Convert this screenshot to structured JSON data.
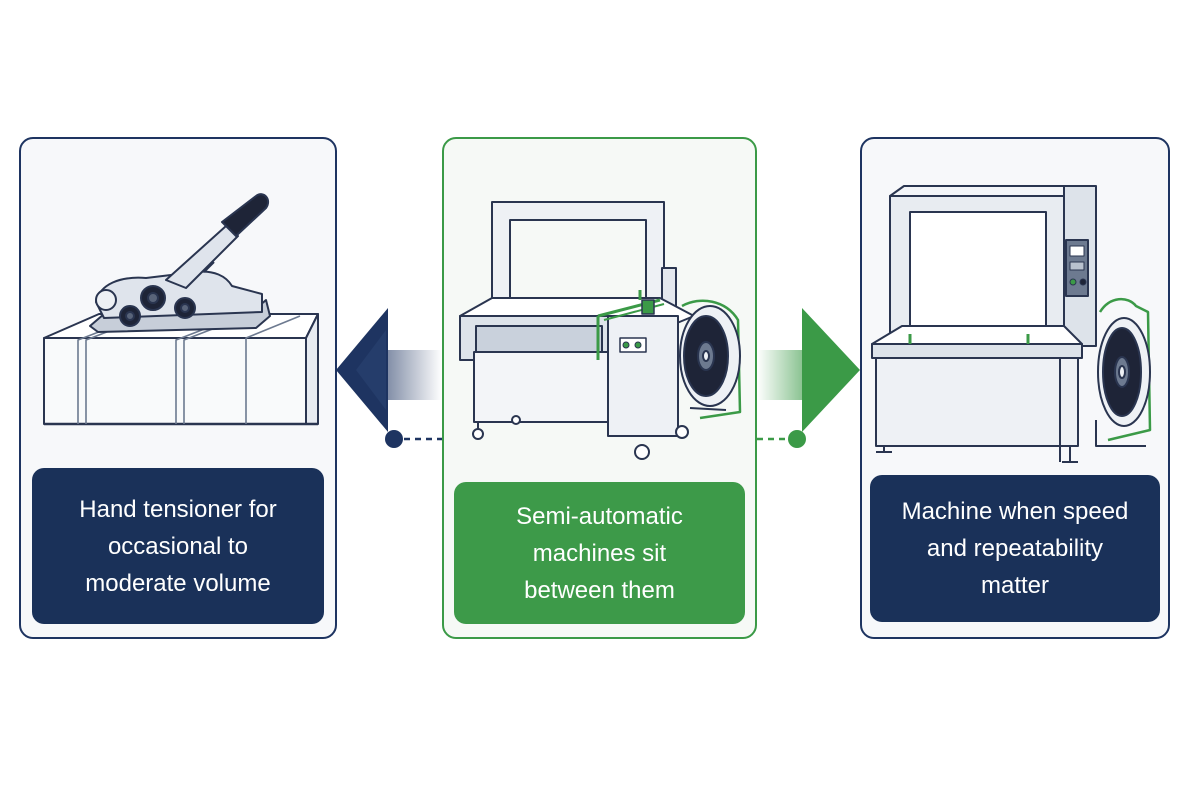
{
  "panels": {
    "left": {
      "caption": "Hand tensioner for\noccasional to\nmoderate volume",
      "image": "hand-tensioner-on-box"
    },
    "middle": {
      "caption": "Semi-automatic\nmachines sit\nbetween them",
      "image": "semi-automatic-strapping-machine"
    },
    "right": {
      "caption": "Machine when speed\nand repeatability\nmatter",
      "image": "automatic-strapping-machine"
    }
  },
  "arrows": {
    "left": {
      "direction": "left",
      "color": "#1e3461"
    },
    "right": {
      "direction": "right",
      "color": "#3b9a47"
    }
  },
  "colors": {
    "navy": "#1a3159",
    "green": "#3d9a49",
    "outline": "#2a3550"
  }
}
